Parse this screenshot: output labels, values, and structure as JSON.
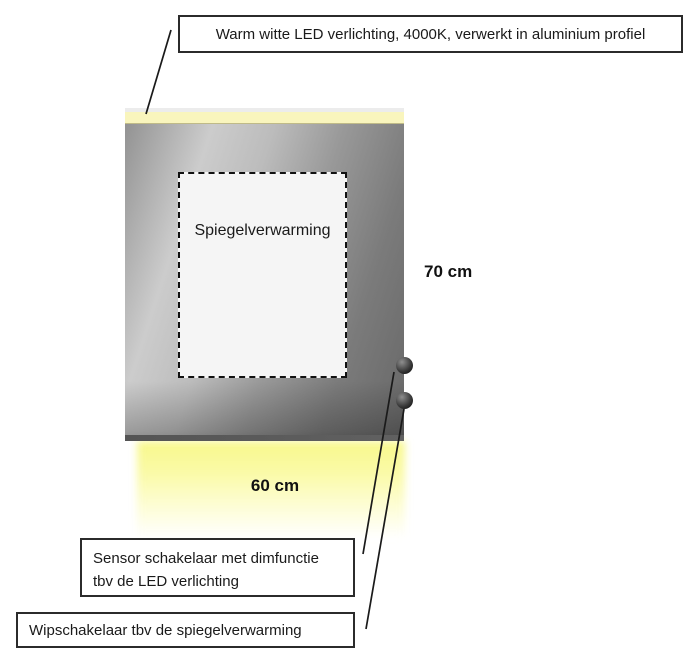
{
  "diagram": {
    "top_label": "Warm witte LED verlichting, 4000K, verwerkt in aluminium profiel",
    "heater_label": "Spiegelverwarming",
    "dimensions": {
      "height": "70 cm",
      "width": "60 cm"
    },
    "sensor_label": {
      "line1": "Sensor schakelaar met dimfunctie",
      "line2": "tbv de LED verlichting"
    },
    "rocker_label": "Wipschakelaar tbv de spiegelverwarming",
    "colors": {
      "led_strip": "#f9f5bd",
      "light_glow": "#f8f88c",
      "mirror_light": "#cccccc",
      "mirror_dark": "#676767",
      "box_border": "#2b2b2b"
    }
  }
}
